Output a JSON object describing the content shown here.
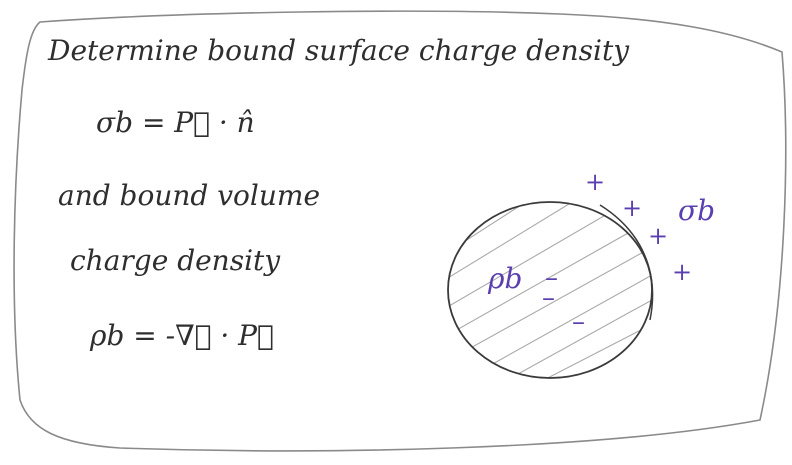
{
  "note": {
    "line1": "Determine bound surface charge density",
    "formula_sigma": "σb = P⃗ · n̂",
    "line2": "and bound volume",
    "line3": "charge density",
    "formula_rho": "ρb = -∇⃗ · P⃗"
  },
  "sketch": {
    "inner_label": "ρb",
    "surface_label": "σb",
    "plus_sign": "+",
    "minus_sign": "–"
  },
  "colors": {
    "pencil": "#2e2e2e",
    "ink_purple": "#5b3fb0"
  }
}
